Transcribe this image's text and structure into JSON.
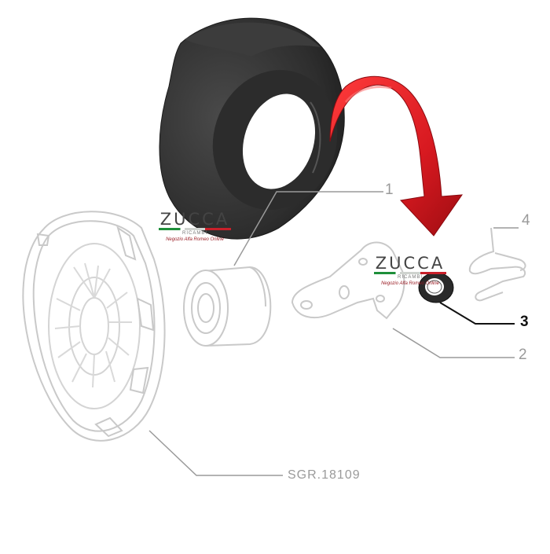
{
  "diagram": {
    "part_reference": "SGR.18109",
    "callouts": [
      {
        "id": "1",
        "label": "1",
        "part": "release-bearing"
      },
      {
        "id": "2",
        "label": "2",
        "part": "release-fork"
      },
      {
        "id": "3",
        "label": "3",
        "part": "rubber-boot",
        "highlighted": true
      },
      {
        "id": "4",
        "label": "4",
        "part": "retaining-spring"
      }
    ],
    "highlight_color": "#d71920",
    "line_color": "#9a9a9a"
  },
  "watermark": {
    "brand": "ZUCCA",
    "subtitle": "RICAMBI",
    "tagline": "Negozio Alfa Romeo Online"
  }
}
